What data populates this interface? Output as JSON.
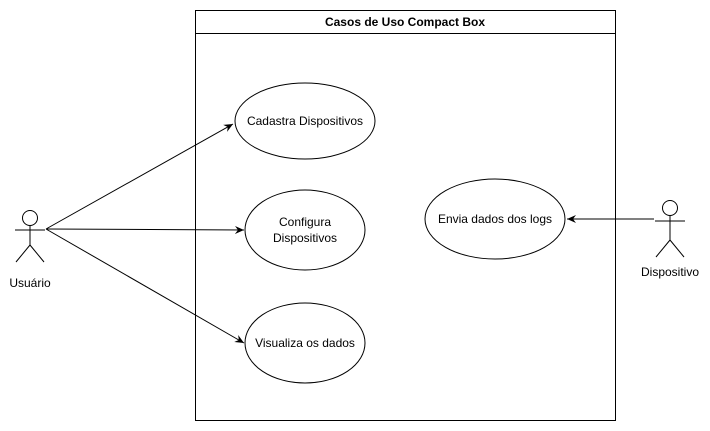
{
  "diagram": {
    "system_title": "Casos de Uso Compact Box",
    "actors": {
      "usuario": {
        "label": "Usuário"
      },
      "dispositivo": {
        "label": "Dispositivo"
      }
    },
    "use_cases": {
      "cadastra": {
        "label": "Cadastra Dispositivos"
      },
      "configura": {
        "line1": "Configura",
        "line2": "Dispositivos"
      },
      "visualiza": {
        "label": "Visualiza os dados"
      },
      "envia": {
        "label": "Envia dados dos logs"
      }
    }
  },
  "colors": {
    "stroke": "#000000",
    "fill": "#ffffff"
  }
}
